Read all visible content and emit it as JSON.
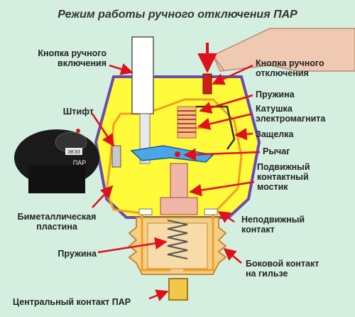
{
  "title": "Режим работы ручного отключения  ПАР",
  "labels": {
    "manual_on_button": [
      "Кнопка ручного",
      "включения"
    ],
    "pin": "Штифт",
    "bimetal_plate": [
      "Биметаллическая",
      "пластина"
    ],
    "spring_bottom": "Пружина",
    "central_contact": "Центральный контакт ПАР",
    "manual_off_button": [
      "Кнопка ручного",
      "отключения"
    ],
    "spring_top": "Пружина",
    "coil": [
      "Катушка",
      "электромагнита"
    ],
    "latch": "Защелка",
    "lever": "Рычаг",
    "movable_bridge": [
      "Подвижный",
      "контактный",
      "мостик"
    ],
    "fixed_contact": [
      "Неподвижный",
      "контакт"
    ],
    "side_contact": [
      "Боковой контакт",
      "на гильзе"
    ]
  },
  "device_marking": [
    "ЗВЭЗ",
    "ПАР"
  ],
  "colors": {
    "background": "#d4efe0",
    "housing_fill": "#fffa3a",
    "housing_border": "#6a4bb0",
    "wire": "#f0a020",
    "arrow": "#e0101a",
    "button_red": "#d21b1b",
    "lever_blue": "#4aa6e8",
    "contact_bridge": "#f0b6a8"
  }
}
